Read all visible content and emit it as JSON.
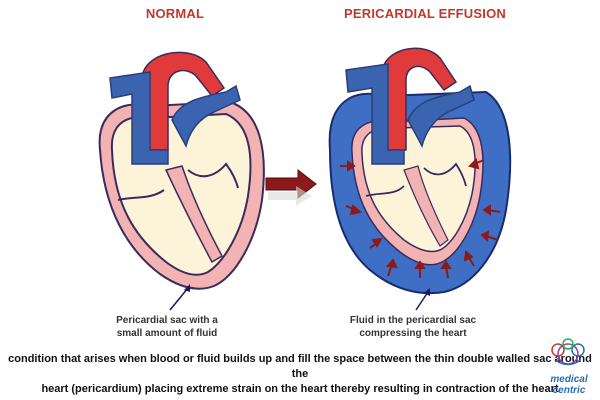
{
  "panels": {
    "normal": {
      "title": "NORMAL",
      "caption_line1": "Pericardial sac with a",
      "caption_line2": "small amount of fluid"
    },
    "effusion": {
      "title": "PERICARDIAL EFFUSION",
      "caption_line1": "Fluid in the pericardial sac",
      "caption_line2": "compressing the heart"
    }
  },
  "subtitle": {
    "line1": "condition that arises when blood or fluid builds up and fill the space between the thin double walled sac around the",
    "line2": "heart (pericardium) placing extreme strain on the heart thereby resulting in contraction of the heart"
  },
  "logo": {
    "line1": "medical",
    "line2": "centric"
  },
  "colors": {
    "title": "#c0392b",
    "vessel_blue": "#3a64b0",
    "artery_red": "#e03a3a",
    "sac_pink": "#f3b3b3",
    "heart_cream": "#fdf3d8",
    "fluid_blue": "#3e6fc4",
    "arrow_red": "#8b1a1a"
  }
}
